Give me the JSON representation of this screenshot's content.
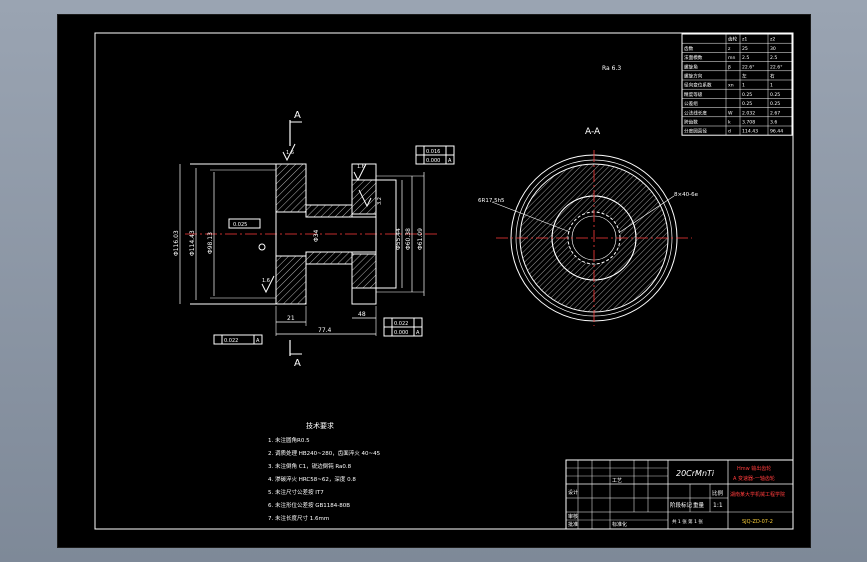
{
  "section_mark_top": "A",
  "section_mark_bottom": "A",
  "section_view_title": "A-A",
  "roughness_note": "Ra 6.3",
  "roughness_values": [
    "1.6",
    "1.6",
    "3.2",
    "1.6"
  ],
  "dimensions": {
    "left_dia_1": "Φ116.03",
    "left_dia_2": "Φ114.43",
    "left_dia_3": "Φ98.13",
    "hub_dia": "Φ34",
    "right_dia_1": "Φ55.44",
    "right_dia_2": "Φ60.38",
    "right_dia_3": "Φ61.09",
    "width_1": "21",
    "width_total": "77.4",
    "width_2": "48"
  },
  "tolerance_frames": {
    "top_1": "0.016",
    "top_2": "0.000",
    "datum_a": "A",
    "bottom_left": "0.022",
    "bottom_right_1": "0.022",
    "bottom_right_2": "0.000",
    "left_box": "0.025"
  },
  "section_labels": {
    "spline_left": "6R17.5h5",
    "spline_right": "8×40-6e"
  },
  "params_table": {
    "header": [
      "",
      "齿轮",
      "z1",
      "z2"
    ],
    "rows": [
      [
        "齿数",
        "z",
        "25",
        "30"
      ],
      [
        "法面模数",
        "mn",
        "2.5",
        "2.5"
      ],
      [
        "螺旋角",
        "β",
        "22.6°",
        "22.6°"
      ],
      [
        "螺旋方向",
        "",
        "左",
        "右"
      ],
      [
        "径向变位系数",
        "xn",
        "1",
        "1"
      ],
      [
        "精度等级",
        "",
        "0.25",
        "0.25"
      ],
      [
        "公差组",
        "",
        "0.25",
        "0.25"
      ],
      [
        "公法线长度",
        "W",
        "2.032",
        "2.67"
      ],
      [
        "跨齿数",
        "k",
        "3.708",
        "3.6"
      ],
      [
        "分度圆直径",
        "d",
        "114.43",
        "96.44"
      ]
    ]
  },
  "tech_requirements": {
    "title": "技术要求",
    "items": [
      "1. 未注圆角R0.5",
      "2. 调质处理  HB240~280，齿面淬火  40~45",
      "3. 未注倒角  C1，锐边倒钝  Ra0.8",
      "4. 渗碳淬火  HRC58~62，深度  0.8",
      "5. 未注尺寸公差按  IT7",
      "6. 未注形位公差按  GB1184-80B",
      "7. 未注长度尺寸  1.6mm"
    ]
  },
  "title_block": {
    "material": "20CrMnTi",
    "part_name_1": "Hmw 输出齿轮",
    "part_name_2": "A 变速器-一轴齿轮",
    "school_line": "湖南某大学机械工程学院",
    "drawing_no": "SJQ-ZD-07-2",
    "stage_label": "阶段标记",
    "weight_label": "重量",
    "scale_label": "比例",
    "scale": "1:1",
    "sheet": "共 1 张 第 1 张",
    "designer": "设计",
    "checker": "审核",
    "approve": "批准",
    "process": "工艺",
    "standard": "标准化"
  }
}
